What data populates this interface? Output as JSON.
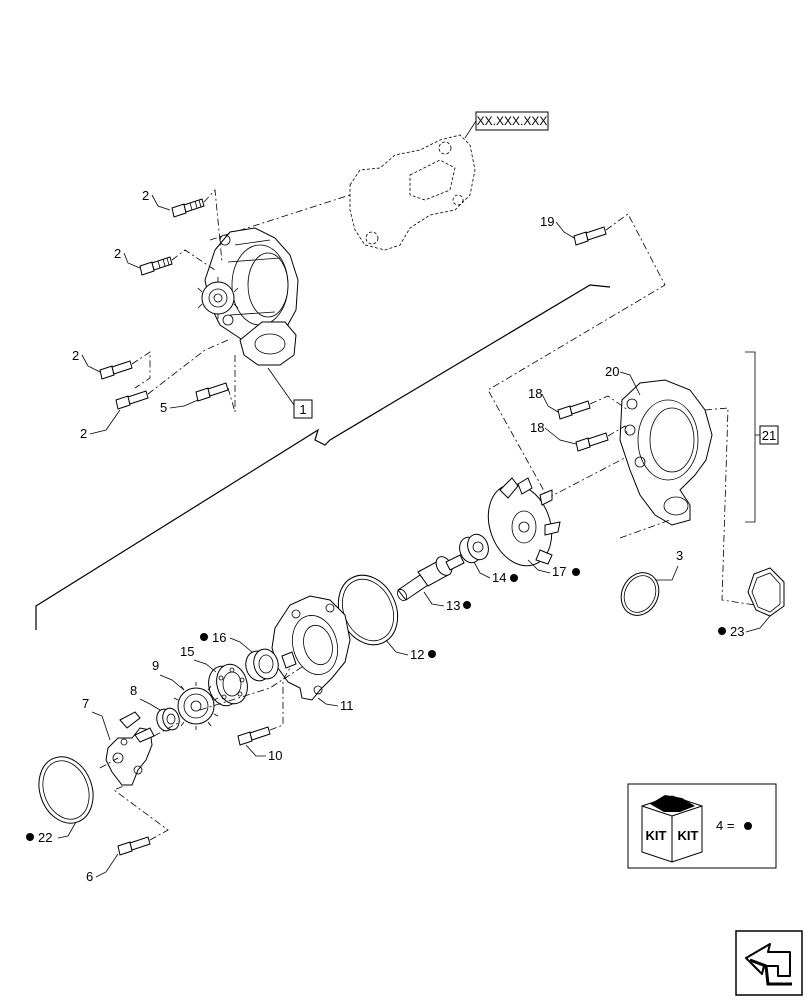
{
  "reference_box": "XX.XXX.XXX",
  "kit_legend": {
    "label": "4 =",
    "kit_word": "KIT"
  },
  "callouts": {
    "c1": "1",
    "c2a": "2",
    "c2b": "2",
    "c2c": "2",
    "c2d": "2",
    "c3": "3",
    "c5": "5",
    "c6": "6",
    "c7": "7",
    "c8": "8",
    "c9": "9",
    "c10": "10",
    "c11": "11",
    "c12": "12",
    "c13": "13",
    "c14": "14",
    "c15": "15",
    "c16": "16",
    "c17": "17",
    "c18a": "18",
    "c18b": "18",
    "c19": "19",
    "c20": "20",
    "c21": "21",
    "c22": "22",
    "c23": "23"
  }
}
